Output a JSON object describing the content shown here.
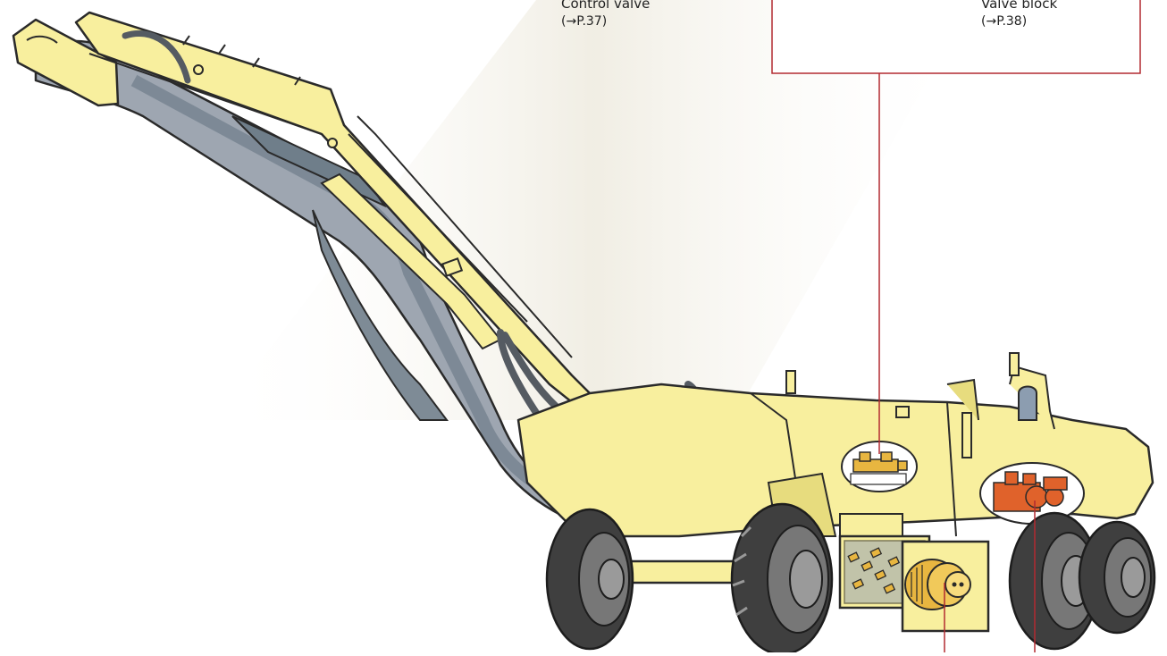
{
  "callouts": {
    "control_valve": {
      "name": "Control valve",
      "ref": "(→P.37)"
    },
    "valve_block": {
      "name": "Valve block",
      "ref": "(→P.38)"
    }
  },
  "colors": {
    "body_yellow": "#f8ef9e",
    "body_shadow": "#e7dc7e",
    "outline": "#2a2a2a",
    "belt_gray": "#9ea6b1",
    "belt_dark": "#6f7e8a",
    "tire": "#3f3f3f",
    "tire_rim": "#8a8a8a",
    "callout_line": "#b22a30",
    "hydraulic_orange": "#e0622b",
    "hydraulic_gold": "#e8b640",
    "light_beam": "#ede9dd"
  },
  "icons": [
    "tunnel-boring-machine-illustration",
    "control-valve-part",
    "valve-block-part",
    "hydraulic-motor-part"
  ]
}
